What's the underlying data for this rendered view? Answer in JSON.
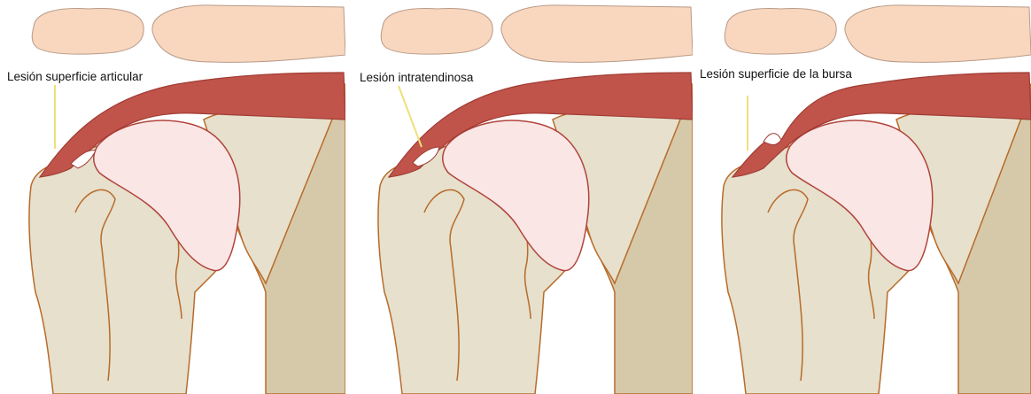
{
  "panels": [
    {
      "label": "Lesión superficie articular",
      "lesion_type": "articular-surface"
    },
    {
      "label": "Lesión intratendinosa",
      "lesion_type": "intratendinous"
    },
    {
      "label": "Lesión superficie de la bursa",
      "lesion_type": "bursal-surface"
    }
  ],
  "colors": {
    "skin": "#f8d7be",
    "skin_outline": "#b89a88",
    "bone": "#e6e0cc",
    "bone_dark": "#d6c9aa",
    "bone_outline": "#b86b2a",
    "humeral_head": "#fbe6e6",
    "humeral_outline": "#b0453c",
    "tendon": "#c0544a",
    "tendon_outline": "#a03c34",
    "leader_line": "#eee07a"
  }
}
